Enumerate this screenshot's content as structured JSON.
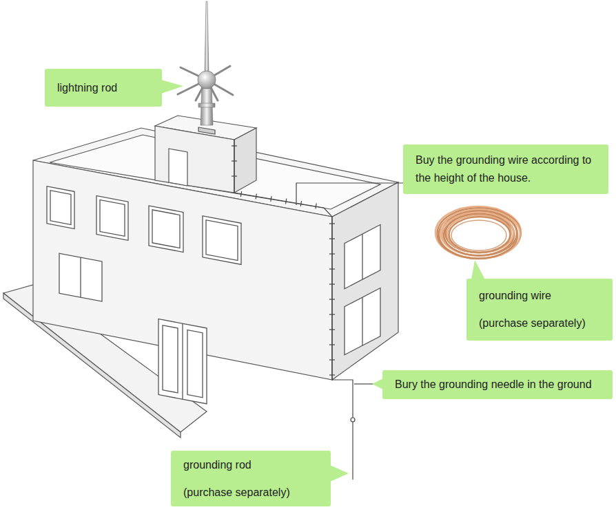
{
  "diagram": {
    "nodes": [
      {
        "text": [
          "lightning rod"
        ]
      },
      {
        "text": [
          "Buy the grounding wire according to the height of the house."
        ]
      },
      {
        "text": [
          "grounding wire",
          "(purchase separately)"
        ]
      },
      {
        "text": [
          "Bury the grounding needle in the ground"
        ]
      },
      {
        "text": [
          "grounding rod",
          "(purchase separately)"
        ]
      }
    ]
  }
}
